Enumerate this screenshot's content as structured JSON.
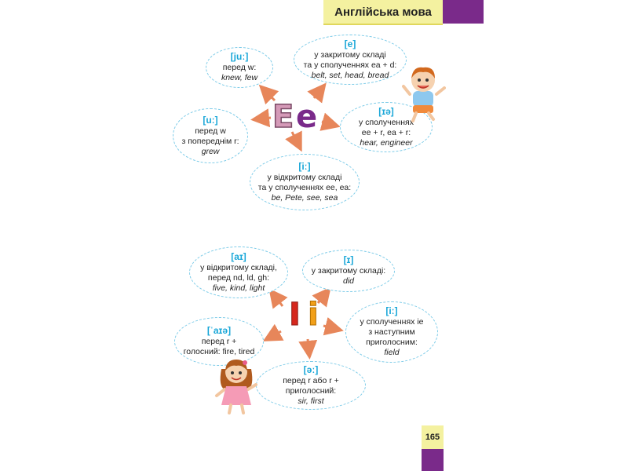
{
  "header": {
    "title": "Англійська мова",
    "colors": {
      "band": "#f4f1a0",
      "tab": "#7a2a8a"
    }
  },
  "letter_e": {
    "upper": "E",
    "lower": "e",
    "bubbles": [
      {
        "phon": "[juː]",
        "lines": [
          "перед w:"
        ],
        "examples": "knew, few"
      },
      {
        "phon": "[e]",
        "lines": [
          "у закритому складі",
          "та у сполученнях ea + d:"
        ],
        "examples": "belt, set, head, bread"
      },
      {
        "phon": "[uː]",
        "lines": [
          "перед w",
          "з попереднім r:"
        ],
        "examples": "grew"
      },
      {
        "phon": "[ɪə]",
        "lines": [
          "у сполученнях",
          "ee + r, ea + r:"
        ],
        "examples": "hear, engineer"
      },
      {
        "phon": "[iː]",
        "lines": [
          "у відкритому складі",
          "та у сполученнях ee, ea:"
        ],
        "examples": "be, Pete, see, sea"
      }
    ]
  },
  "letter_i": {
    "upper": "I",
    "lower": "i",
    "bubbles": [
      {
        "phon": "[aɪ]",
        "lines": [
          "у відкритому складі,",
          "перед nd, ld, gh:"
        ],
        "examples": "five, kind, light"
      },
      {
        "phon": "[ɪ]",
        "lines": [
          "у закритому складі:"
        ],
        "examples": "did"
      },
      {
        "phon": "[ˈaɪə]",
        "lines": [
          "перед r +",
          "голосний: fire, tired"
        ],
        "examples": ""
      },
      {
        "phon": "[iː]",
        "lines": [
          "у сполученнях ie",
          "з наступним",
          "приголосним:"
        ],
        "examples": "field"
      },
      {
        "phon": "[əː]",
        "lines": [
          "перед r або r +",
          "приголосний:"
        ],
        "examples": "sir, first"
      }
    ]
  },
  "footer": {
    "page_number": "165"
  }
}
